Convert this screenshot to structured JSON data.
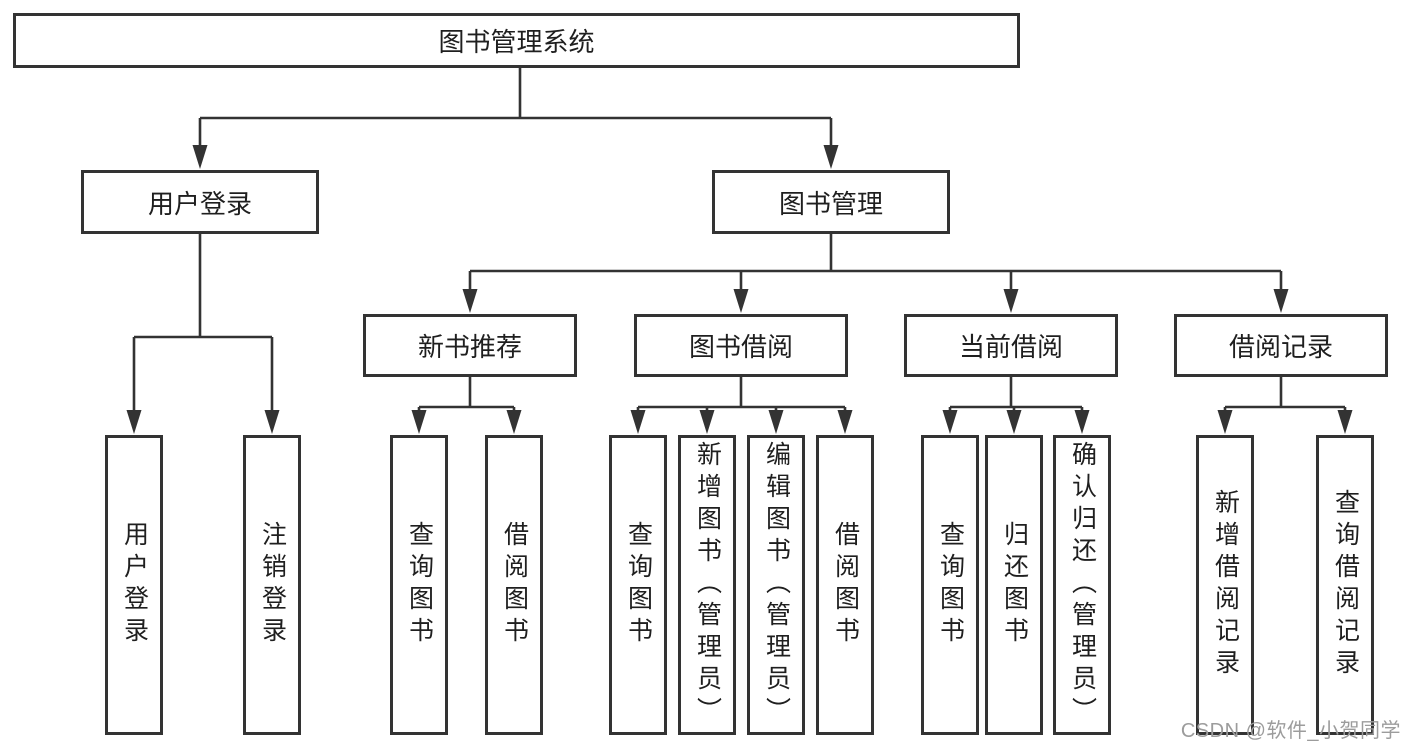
{
  "tree": {
    "root": {
      "label": "图书管理系统"
    },
    "children": [
      {
        "label": "用户登录",
        "children": [
          {
            "label": "用户登录"
          },
          {
            "label": "注销登录"
          }
        ]
      },
      {
        "label": "图书管理",
        "children": [
          {
            "label": "新书推荐",
            "children": [
              {
                "label": "查询图书"
              },
              {
                "label": "借阅图书"
              }
            ]
          },
          {
            "label": "图书借阅",
            "children": [
              {
                "label": "查询图书"
              },
              {
                "label": "新增图书（管理员）"
              },
              {
                "label": "编辑图书（管理员）"
              },
              {
                "label": "借阅图书"
              }
            ]
          },
          {
            "label": "当前借阅",
            "children": [
              {
                "label": "查询图书"
              },
              {
                "label": "归还图书"
              },
              {
                "label": "确认归还（管理员）"
              }
            ]
          },
          {
            "label": "借阅记录",
            "children": [
              {
                "label": "新增借阅记录"
              },
              {
                "label": "查询借阅记录"
              }
            ]
          }
        ]
      }
    ]
  },
  "watermark": {
    "text": "CSDN @软件_小贺同学"
  },
  "colors": {
    "line": "#333333",
    "text": "#1f1f1f",
    "watermark": "#9c9c9c",
    "background": "#ffffff"
  }
}
